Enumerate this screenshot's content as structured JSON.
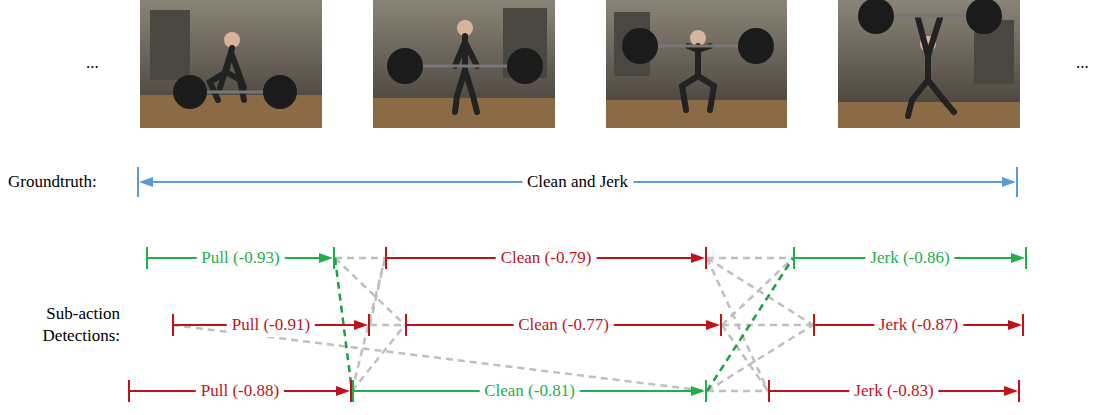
{
  "diagram": {
    "nodes": [
      {
        "text": [
          "Clean and Jerk"
        ]
      },
      {
        "text": [
          "Pull (-0.93)"
        ]
      },
      {
        "text": [
          "Clean (-0.79)"
        ]
      },
      {
        "text": [
          "Jerk (-0.86)"
        ]
      },
      {
        "text": [
          "Pull (-0.91)"
        ]
      },
      {
        "text": [
          "Clean (-0.77)"
        ]
      },
      {
        "text": [
          "Jerk (-0.87)"
        ]
      },
      {
        "text": [
          "Pull (-0.88)"
        ]
      },
      {
        "text": [
          "Clean (-0.81)"
        ]
      },
      {
        "text": [
          "Jerk (-0.83)"
        ]
      }
    ],
    "edges": [
      {
        "from": 1,
        "to": 2,
        "arrow": "none"
      },
      {
        "from": 1,
        "to": 5,
        "arrow": "none"
      },
      {
        "from": 1,
        "to": 8,
        "arrow": "none"
      },
      {
        "from": 4,
        "to": 2,
        "arrow": "none"
      },
      {
        "from": 4,
        "to": 5,
        "arrow": "none"
      },
      {
        "from": 4,
        "to": 8,
        "arrow": "none"
      },
      {
        "from": 7,
        "to": 2,
        "arrow": "none"
      },
      {
        "from": 7,
        "to": 5,
        "arrow": "none"
      },
      {
        "from": 7,
        "to": 8,
        "arrow": "none"
      },
      {
        "from": 2,
        "to": 3,
        "arrow": "none"
      },
      {
        "from": 2,
        "to": 6,
        "arrow": "none"
      },
      {
        "from": 2,
        "to": 9,
        "arrow": "none"
      },
      {
        "from": 5,
        "to": 3,
        "arrow": "none"
      },
      {
        "from": 5,
        "to": 6,
        "arrow": "none"
      },
      {
        "from": 5,
        "to": 9,
        "arrow": "none"
      },
      {
        "from": 8,
        "to": 3,
        "arrow": "none"
      },
      {
        "from": 8,
        "to": 6,
        "arrow": "none"
      },
      {
        "from": 8,
        "to": 9,
        "arrow": "none"
      }
    ],
    "labels": [
      "...",
      "...",
      "Groundtruth:",
      "Sub-action Detections:"
    ]
  }
}
